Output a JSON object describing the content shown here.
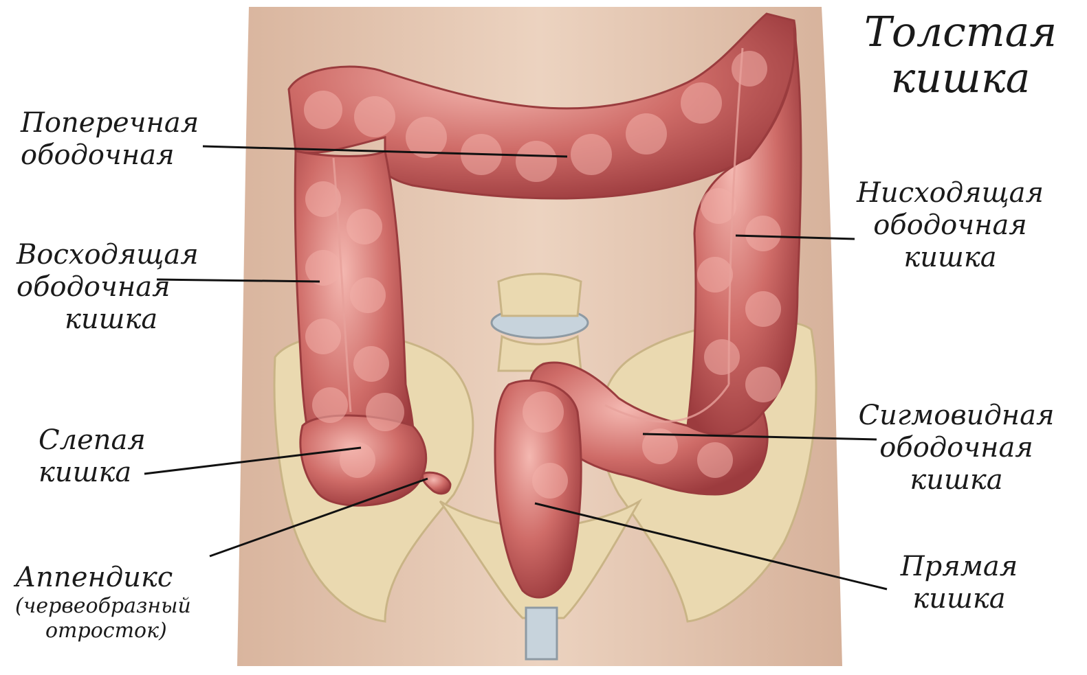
{
  "title": {
    "line1": "Толстая",
    "line2": "кишка"
  },
  "labels": {
    "transverse": {
      "line1": "Поперечная",
      "line2": "ободочная"
    },
    "ascending": {
      "line1": "Восходящая",
      "line2": "ободочная",
      "line3": "кишка"
    },
    "cecum": {
      "line1": "Слепая",
      "line2": "кишка"
    },
    "appendix": {
      "line1": "Аппендикс",
      "line2": "(червеобразный",
      "line3": "отросток)"
    },
    "descending": {
      "line1": "Нисходящая",
      "line2": "ободочная",
      "line3": "кишка"
    },
    "sigmoid": {
      "line1": "Сигмовидная",
      "line2": "ободочная",
      "line3": "кишка"
    },
    "rectum": {
      "line1": "Прямая",
      "line2": "кишка"
    }
  },
  "colors": {
    "skin": "#e6c9b3",
    "bone": "#ead9b0",
    "colon": "#c45a5a",
    "colon_light": "#e79a95",
    "leader": "#111111"
  }
}
